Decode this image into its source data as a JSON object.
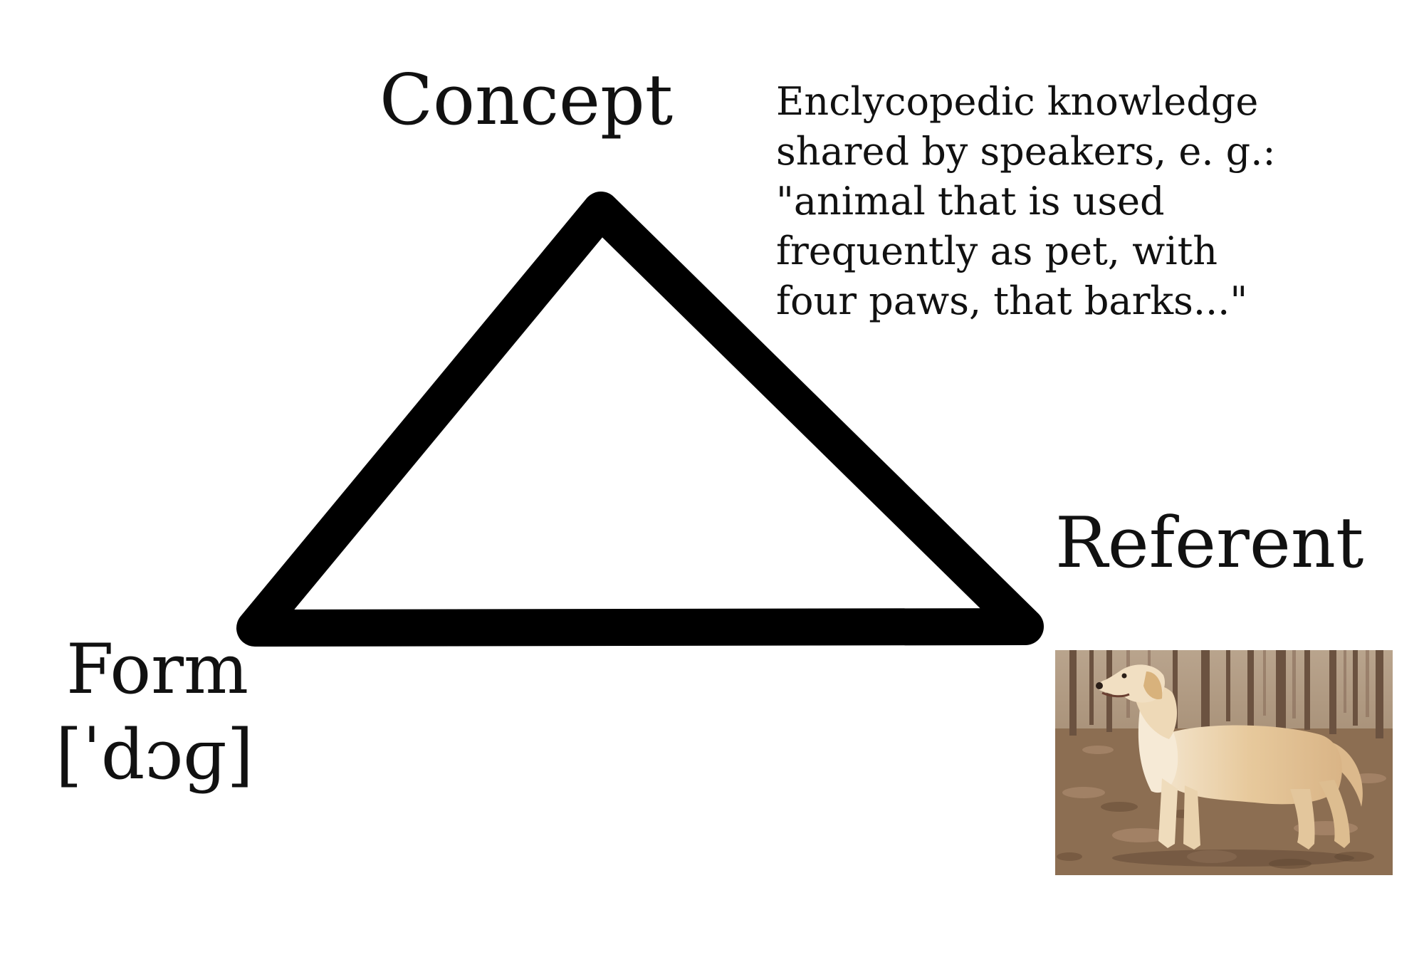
{
  "diagram": {
    "type": "semiotic-triangle",
    "nodes": {
      "concept": {
        "label": "Concept",
        "note_lines": [
          "Enclycopedic knowledge",
          "shared by speakers, e. g.:",
          "\"animal that is used",
          "frequently as pet, with",
          "four paws, that barks...\""
        ]
      },
      "form": {
        "label": "Form",
        "transcription": "[ˈdɔɡ]"
      },
      "referent": {
        "label": "Referent",
        "image": "dog-photo"
      }
    },
    "colors": {
      "triangle_stroke": "#000000",
      "text": "#111111"
    }
  }
}
